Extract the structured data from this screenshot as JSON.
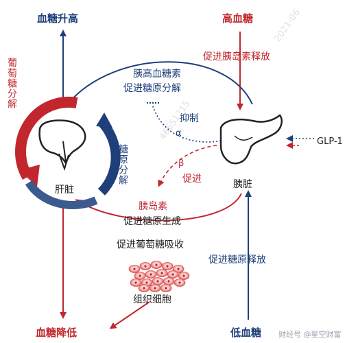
{
  "nodes": {
    "blood_sugar_up": "血糖升高",
    "high_blood_sugar": "高血糖",
    "blood_sugar_down": "血糖降低",
    "low_blood_sugar": "低血糖",
    "liver": "肝脏",
    "pancreas": "胰脏",
    "tissue_cells": "组织细胞",
    "glp1": "GLP-1"
  },
  "labels": {
    "promote_insulin_release": "促进胰岛素释放",
    "glucagon": "胰高血糖素",
    "promote_glycogenolysis": "促进糖原分解",
    "inhibit": "抑制",
    "alpha": "α",
    "beta": "β",
    "promote": "促进",
    "insulin": "胰岛素",
    "promote_glycogenesis": "促进糖原生成",
    "promote_glucose_uptake": "促进葡萄糖吸收",
    "promote_glycogen_release": "促进糖原释放",
    "glucose_breakdown_vertical": "葡萄糖分解",
    "glycogen_breakdown_vertical": "糖原分解"
  },
  "watermarks": {
    "diag": "2021-06",
    "diag2": "46651215",
    "footer": "财经号 @星空财富"
  },
  "colors": {
    "red": "#c1272d",
    "blue": "#1f3f7a",
    "gray": "#555555"
  }
}
